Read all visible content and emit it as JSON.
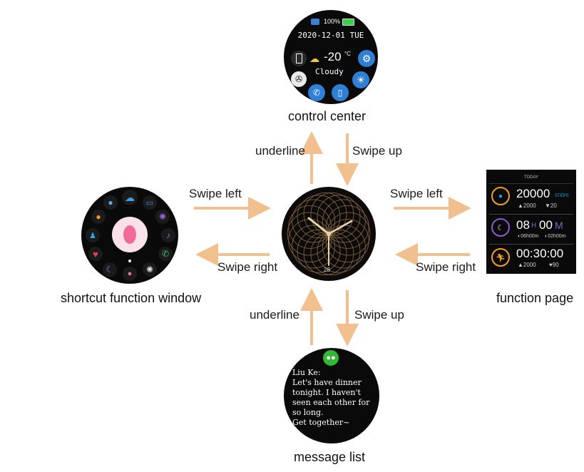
{
  "labels": {
    "control_center": "control center",
    "shortcut_window": "shortcut function window",
    "function_page": "function page",
    "message_list": "message list",
    "top_up_arrow": "underline",
    "top_down_arrow": "Swipe up",
    "left_right_arrow": "Swipe left",
    "left_left_arrow": "Swipe right",
    "right_left_arrow": "Swipe left",
    "right_right_arrow": "Swipe right",
    "bottom_up_arrow": "underline",
    "bottom_down_arrow": "Swipe up"
  },
  "control_center": {
    "battery_percent": "100%",
    "date": "2020-12-01 TUE",
    "temperature": "-20",
    "temp_unit": "°C",
    "weather": "Cloudy"
  },
  "watch_face": {
    "date_number": "28"
  },
  "function_page": {
    "today": "TODAY",
    "steps_value": "20000",
    "steps_unit": "STEPS",
    "steps_goal": "▲2000",
    "steps_sub": "▼20",
    "sleep_hours": "08",
    "sleep_h": "H",
    "sleep_minutes": "00",
    "sleep_m": "M",
    "sleep_start": "◐06h00m",
    "sleep_end": "◐02h00m",
    "exercise_time": "00:30:00",
    "exercise_goal": "▲2000",
    "exercise_hr": "♥90"
  },
  "message": {
    "sender": "Liu Ke:",
    "lines": [
      "Let's have dinner",
      "tonight. I haven't",
      "seen each other for",
      "so long.",
      "Get together~"
    ]
  },
  "colors": {
    "arrow": "#f2c08e",
    "blue_icon": "#2f7fd4",
    "ring_orange": "#f3a021",
    "ring_blue": "#1ea8e8",
    "ring_purple": "#8a5cc8",
    "wechat_green": "#2fb934"
  }
}
